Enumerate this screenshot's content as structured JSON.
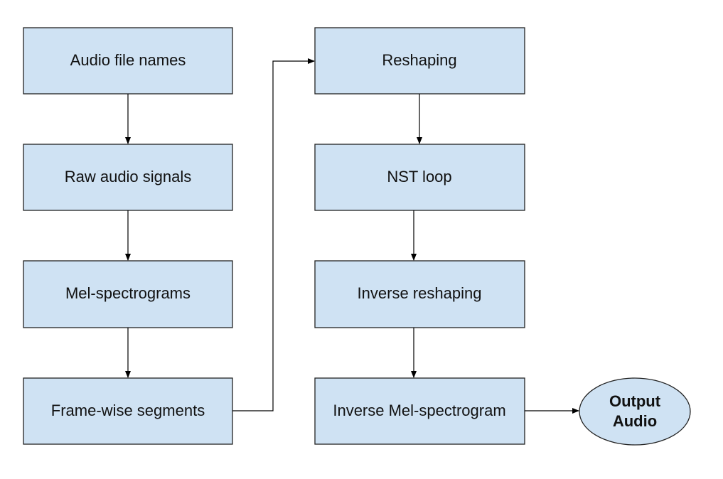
{
  "diagram": {
    "colors": {
      "node_fill": "#cfe2f3",
      "node_stroke": "#222222",
      "edge": "#000000"
    },
    "left_column": [
      {
        "label": "Audio file names"
      },
      {
        "label": "Raw audio signals"
      },
      {
        "label": "Mel-spectrograms"
      },
      {
        "label": "Frame-wise segments"
      }
    ],
    "right_column": [
      {
        "label": "Reshaping"
      },
      {
        "label": "NST loop"
      },
      {
        "label": "Inverse reshaping"
      },
      {
        "label": "Inverse Mel-spectrogram"
      }
    ],
    "terminal": {
      "label_line1": "Output",
      "label_line2": "Audio",
      "shape": "ellipse"
    }
  }
}
